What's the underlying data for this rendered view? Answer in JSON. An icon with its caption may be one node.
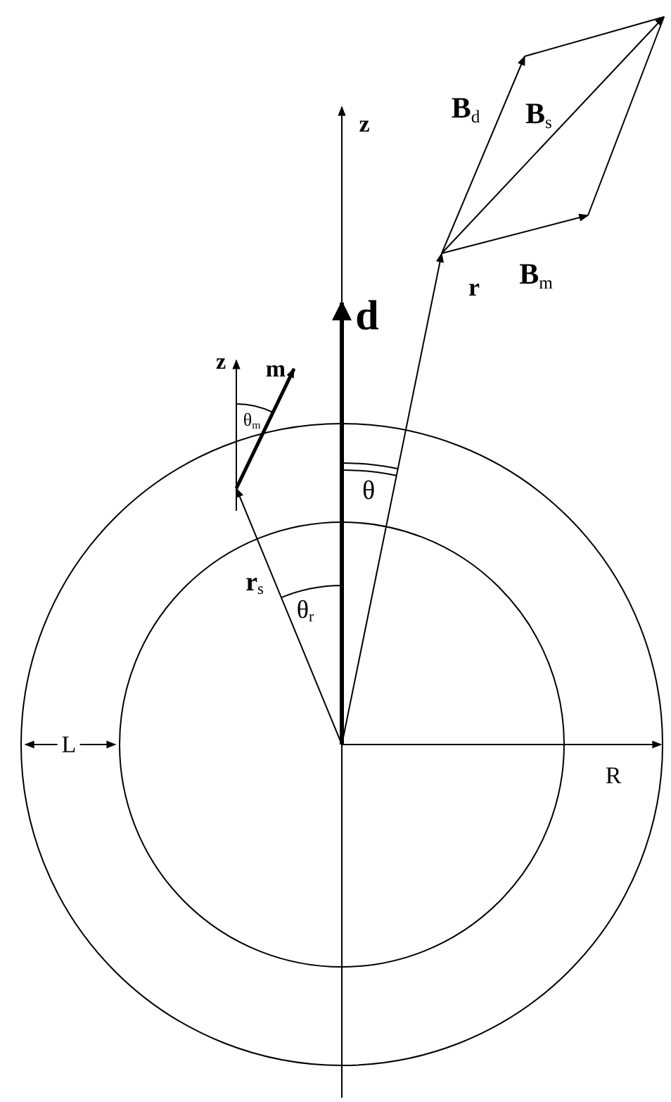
{
  "diagram": {
    "labels": [
      "z",
      "d",
      "z",
      "m",
      "θ$_{m}$",
      "θ",
      "**r**$_{s}$",
      "θ$_{r}$",
      "r",
      "**B**$_{d}$",
      "**B**$_{s}$",
      "**B**$_{m}$",
      "L",
      "R"
    ]
  }
}
